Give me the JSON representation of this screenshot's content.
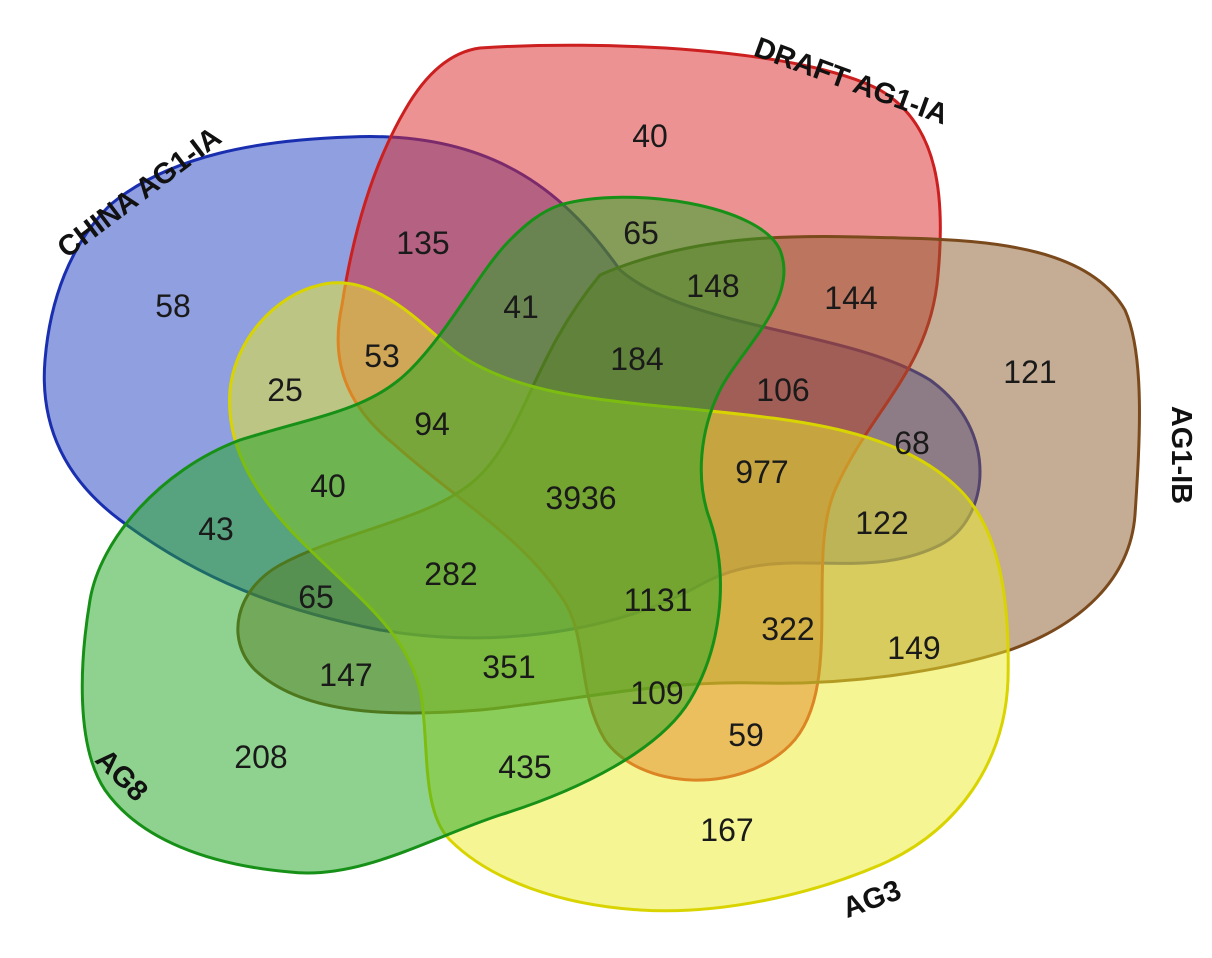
{
  "sets": [
    {
      "id": "china",
      "label": "CHINA AG1-IA",
      "fill": "#1f3fc0",
      "stroke": "#1a2fb0"
    },
    {
      "id": "draft",
      "label": "DRAFT AG1-IA",
      "fill": "#dc2626",
      "stroke": "#cc1f1f"
    },
    {
      "id": "ag1ib",
      "label": "AG1-IB",
      "fill": "#8b5a2b",
      "stroke": "#7a4a1c"
    },
    {
      "id": "ag3",
      "label": "AG3",
      "fill": "#ecec2a",
      "stroke": "#d9d400"
    },
    {
      "id": "ag8",
      "label": "AG8",
      "fill": "#1fa51f",
      "stroke": "#179017"
    }
  ],
  "counts": [
    "58",
    "40",
    "121",
    "167",
    "208",
    "135",
    "65",
    "148",
    "144",
    "41",
    "53",
    "25",
    "184",
    "106",
    "94",
    "68",
    "977",
    "40",
    "3936",
    "43",
    "122",
    "282",
    "65",
    "1131",
    "322",
    "149",
    "147",
    "351",
    "109",
    "59",
    "435"
  ]
}
